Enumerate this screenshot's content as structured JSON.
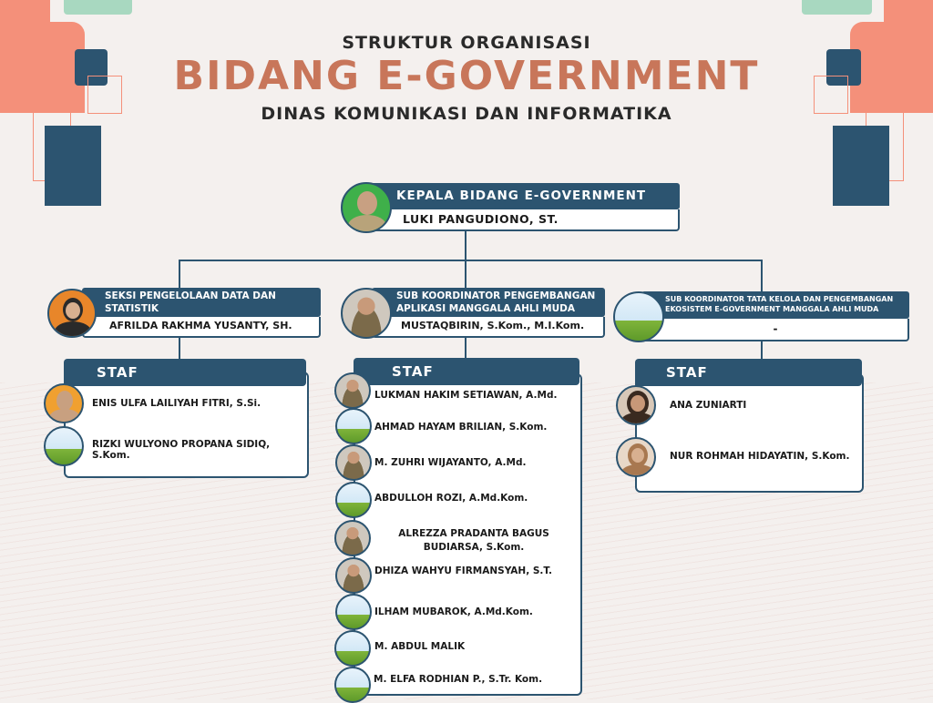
{
  "header": {
    "line1": "STRUKTUR ORGANISASI",
    "line2": "BIDANG E-GOVERNMENT",
    "line3": "DINAS KOMUNIKASI DAN INFORMATIKA"
  },
  "head": {
    "title": "KEPALA BIDANG E-GOVERNMENT",
    "name": "LUKI PANGUDIONO, ST."
  },
  "sections": [
    {
      "title": "SEKSI PENGELOLAAN DATA DAN STATISTIK",
      "name": "AFRILDA RAKHMA YUSANTY, SH.",
      "staff_label": "STAF",
      "staff": [
        "ENIS ULFA LAILIYAH FITRI, S.Si.",
        "RIZKI WULYONO PROPANA SIDIQ, S.Kom."
      ]
    },
    {
      "title": "SUB KOORDINATOR PENGEMBANGAN APLIKASI MANGGALA AHLI MUDA",
      "name": "MUSTAQBIRIN, S.Kom., M.I.Kom.",
      "staff_label": "STAF",
      "staff": [
        "LUKMAN HAKIM SETIAWAN, A.Md.",
        "AHMAD HAYAM BRILIAN, S.Kom.",
        "M. ZUHRI WIJAYANTO, A.Md.",
        "ABDULLOH ROZI, A.Md.Kom.",
        "ALREZZA PRADANTA BAGUS BUDIARSA, S.Kom.",
        "DHIZA WAHYU FIRMANSYAH, S.T.",
        "ILHAM MUBAROK, A.Md.Kom.",
        "M. ABDUL MALIK",
        "M. ELFA RODHIAN P., S.Tr. Kom."
      ]
    },
    {
      "title": "SUB KOORDINATOR TATA KELOLA DAN PENGEMBANGAN EKOSISTEM E-GOVERNMENT MANGGALA AHLI MUDA",
      "name": "-",
      "staff_label": "STAF",
      "staff": [
        "ANA ZUNIARTI",
        "NUR ROHMAH HIDAYATIN, S.Kom."
      ]
    }
  ],
  "colors": {
    "navy": "#2c5470",
    "accent": "#c8765a",
    "coral": "#f4907a",
    "mint": "#a8d8c0"
  }
}
